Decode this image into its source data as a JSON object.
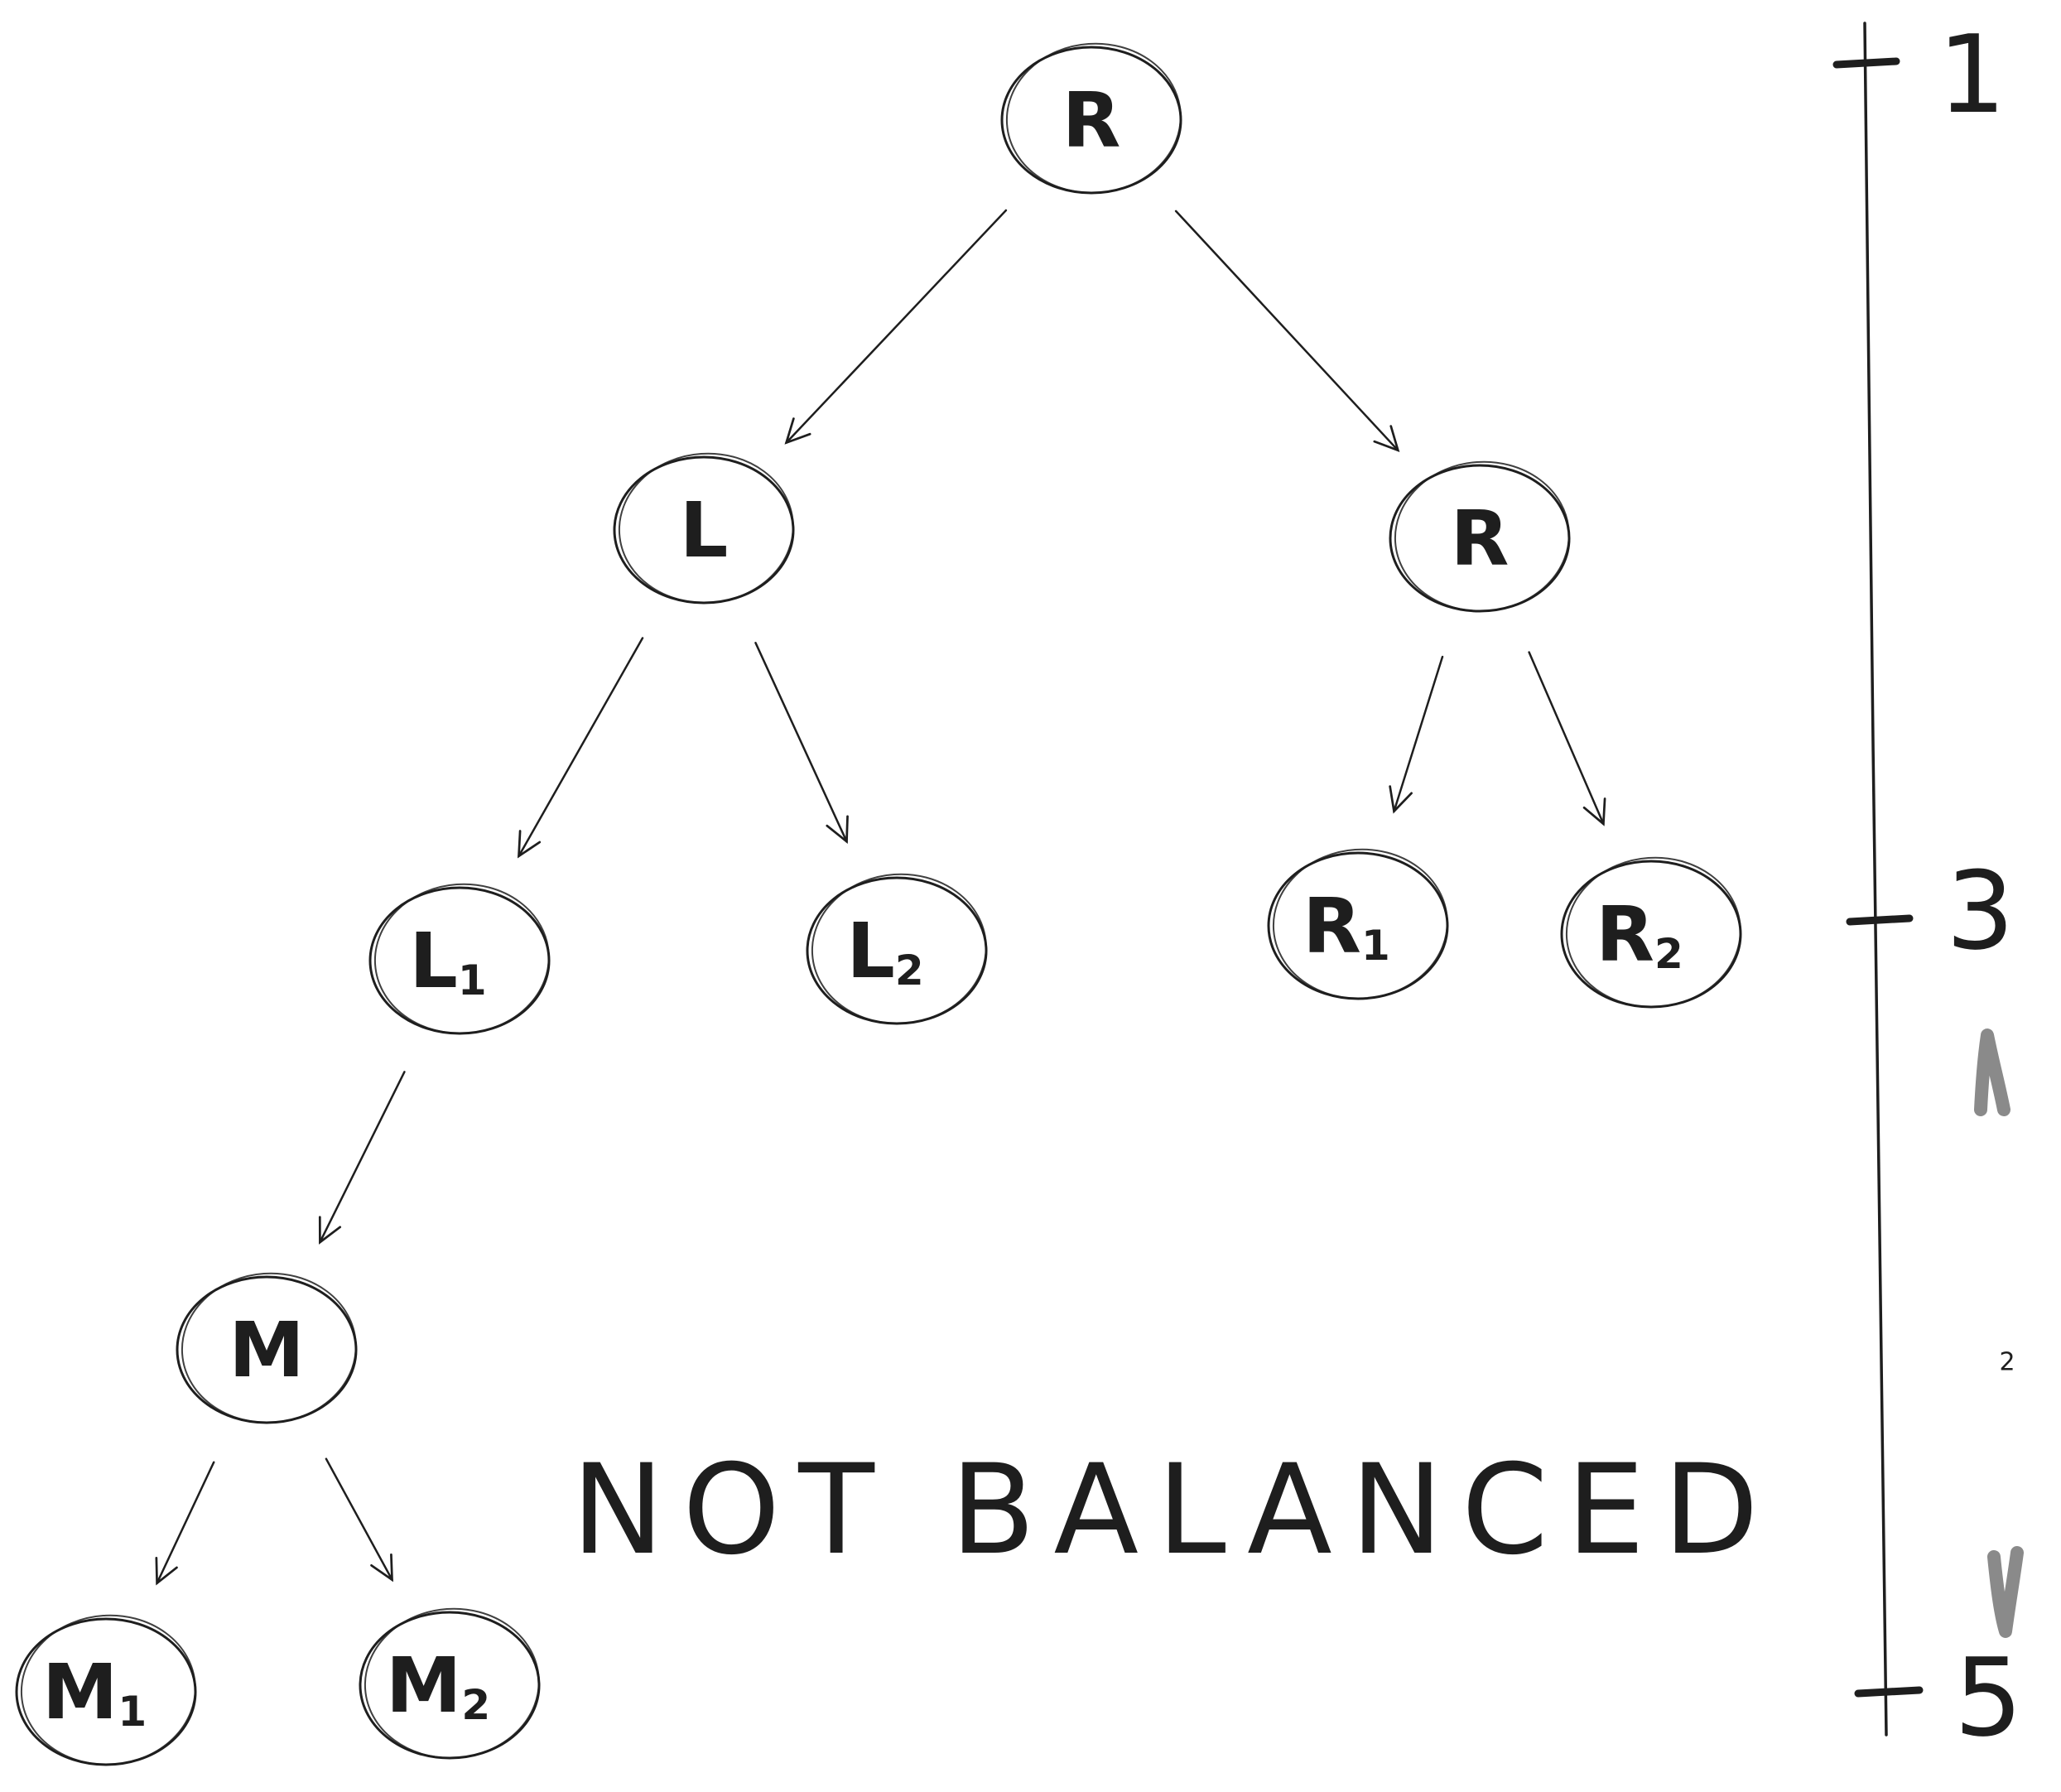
{
  "diagram": {
    "nodes": [
      {
        "id": "root",
        "label": "R",
        "sub": ""
      },
      {
        "id": "left",
        "label": "L",
        "sub": ""
      },
      {
        "id": "right",
        "label": "R",
        "sub": ""
      },
      {
        "id": "l1",
        "label": "L",
        "sub": "1"
      },
      {
        "id": "l2",
        "label": "L",
        "sub": "2"
      },
      {
        "id": "r1",
        "label": "R",
        "sub": "1"
      },
      {
        "id": "r2",
        "label": "R",
        "sub": "2"
      },
      {
        "id": "m",
        "label": "M",
        "sub": ""
      },
      {
        "id": "m1",
        "label": "M",
        "sub": "1"
      },
      {
        "id": "m2",
        "label": "M",
        "sub": "2"
      }
    ],
    "edges": [
      {
        "from": "root",
        "to": "left"
      },
      {
        "from": "root",
        "to": "right"
      },
      {
        "from": "left",
        "to": "l1"
      },
      {
        "from": "left",
        "to": "l2"
      },
      {
        "from": "right",
        "to": "r1"
      },
      {
        "from": "right",
        "to": "r2"
      },
      {
        "from": "l1",
        "to": "m"
      },
      {
        "from": "m",
        "to": "m1"
      },
      {
        "from": "m",
        "to": "m2"
      }
    ],
    "caption": "NOT BALANCED",
    "scale": {
      "ticks": [
        {
          "id": "top",
          "label": "1"
        },
        {
          "id": "mid",
          "label": "3"
        },
        {
          "id": "bottom",
          "label": "5"
        }
      ],
      "gap_label": "2"
    }
  }
}
